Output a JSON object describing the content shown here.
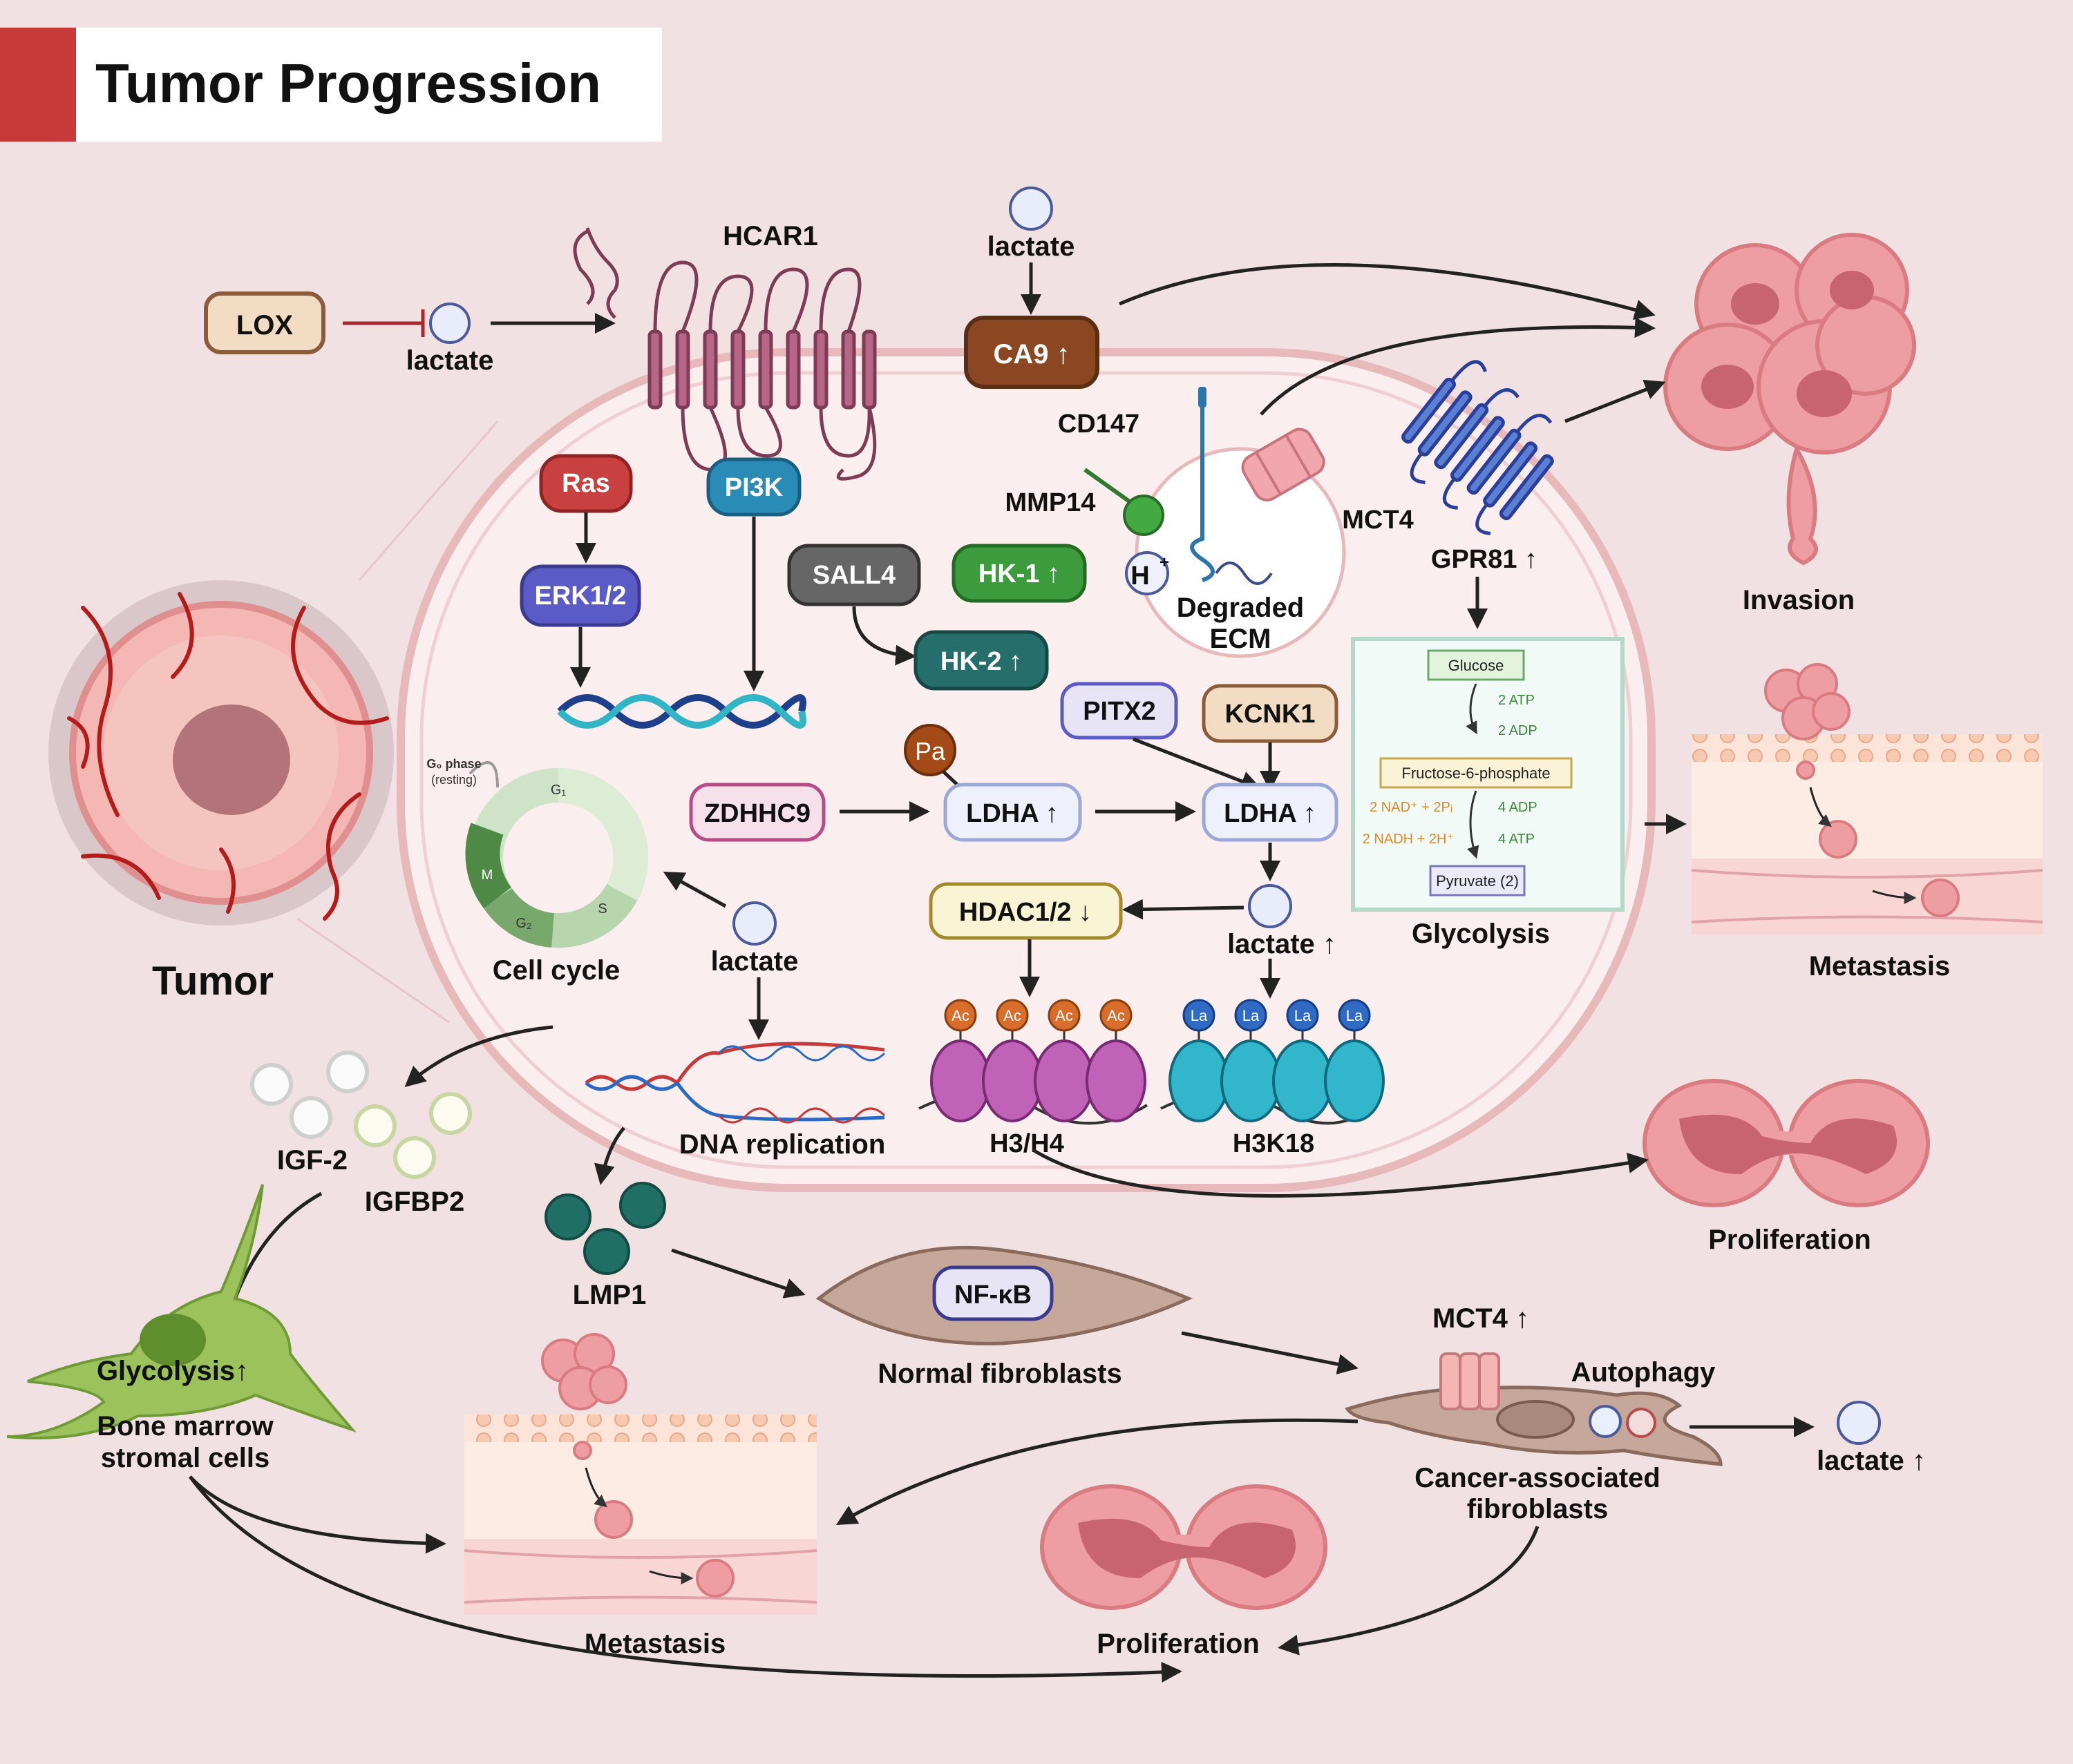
{
  "header": {
    "title": "Tumor Progression"
  },
  "tumor": {
    "label": "Tumor"
  },
  "receptors": {
    "lox": "LOX",
    "lactate_ext": "lactate",
    "hcar1": "HCAR1",
    "lactate_top": "lactate",
    "ca9": "CA9 ↑"
  },
  "signaling": {
    "ras": "Ras",
    "pi3k": "PI3K",
    "erk": "ERK1/2",
    "sall4": "SALL4",
    "hk1": "HK-1 ↑",
    "hk2": "HK-2 ↑",
    "pitx2": "PITX2",
    "kcnk1": "KCNK1",
    "pa": "Pa",
    "zdhhc9": "ZDHHC9",
    "ldha1": "LDHA ↑",
    "ldha2": "LDHA ↑",
    "hdac": "HDAC1/2 ↓",
    "lactate_up": "lactate ↑",
    "ac": "Ac",
    "la": "La",
    "h3h4": "H3/H4",
    "h3k18": "H3K18"
  },
  "ecm_panel": {
    "cd147": "CD147",
    "mmp14": "MMP14",
    "mct4": "MCT4",
    "h": "H",
    "h_sup": "+",
    "degraded": "Degraded",
    "ecm": "ECM"
  },
  "gpr81": {
    "label": "GPR81 ↑"
  },
  "glycolysis_box": {
    "glucose": "Glucose",
    "atp2": "2 ATP",
    "adp2": "2 ADP",
    "f6p": "Fructose-6-phosphate",
    "nad": "2 NAD⁺ + 2Pᵢ",
    "nadh": "2 NADH + 2H⁺",
    "adp4": "4 ADP",
    "atp4": "4 ATP",
    "pyruvate": "Pyruvate (2)",
    "caption": "Glycolysis"
  },
  "cell_cycle": {
    "g0": "G₀ phase",
    "resting": "(resting)",
    "g1": "G₁",
    "s": "S",
    "g2": "G₂",
    "m": "M",
    "caption": "Cell cycle",
    "lactate": "lactate"
  },
  "dna": {
    "caption": "DNA replication"
  },
  "outcomes": {
    "invasion": "Invasion",
    "metastasis_right": "Metastasis",
    "proliferation_right": "Proliferation",
    "metastasis_bottom": "Metastasis",
    "proliferation_bottom": "Proliferation"
  },
  "secreted": {
    "igf2": "IGF-2",
    "igfbp2": "IGFBP2",
    "lmp1": "LMP1"
  },
  "bmsc": {
    "glycolysis": "Glycolysis↑",
    "line1": "Bone marrow",
    "line2": "stromal cells"
  },
  "fibro": {
    "nfkb": "NF-κB",
    "normal": "Normal fibroblasts",
    "mct4": "MCT4 ↑",
    "autophagy": "Autophagy",
    "caf1": "Cancer-associated",
    "caf2": "fibroblasts",
    "lactate": "lactate ↑"
  },
  "colors": {
    "background": "#f2e1e3",
    "header_accent": "#c8393a",
    "cell_fill": "#fbeeee",
    "cell_stroke": "#e7b9bb",
    "ras": "#c8403f",
    "pi3k": "#2a8bb7",
    "erk": "#5b5bc8",
    "sall4": "#666666",
    "hk1": "#3c9b3c",
    "hk2": "#256e6b",
    "ca9": "#8a4722",
    "lox": "#f2dcc4",
    "teal": "#1f6f64",
    "tumor_pink": "#e98d92",
    "fibro": "#c6a89b",
    "bmsc": "#9cc25c"
  }
}
